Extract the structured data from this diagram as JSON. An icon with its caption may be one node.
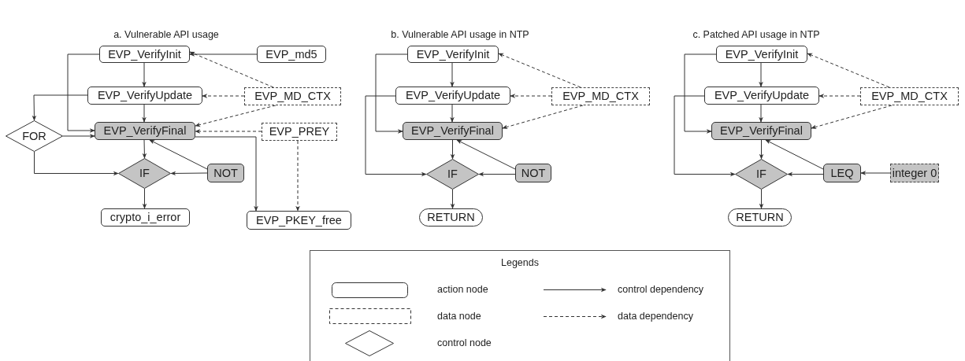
{
  "diagram": {
    "nodes": [
      {
        "text": [
          "EVP_VerifyInit"
        ]
      },
      {
        "text": [
          "EVP_md5"
        ]
      },
      {
        "text": [
          "EVP_VerifyUpdate"
        ]
      },
      {
        "text": [
          "EVP_MD_CTX"
        ]
      },
      {
        "text": [
          "FOR"
        ]
      },
      {
        "text": [
          "EVP_VerifyFinal"
        ]
      },
      {
        "text": [
          "EVP_PREY"
        ]
      },
      {
        "text": [
          "IF"
        ]
      },
      {
        "text": [
          "NOT"
        ]
      },
      {
        "text": [
          "crypto_i_error"
        ]
      },
      {
        "text": [
          "EVP_PKEY_free"
        ]
      },
      {
        "text": [
          "EVP_VerifyInit"
        ]
      },
      {
        "text": [
          "EVP_VerifyUpdate"
        ]
      },
      {
        "text": [
          "EVP_MD_CTX"
        ]
      },
      {
        "text": [
          "EVP_VerifyFinal"
        ]
      },
      {
        "text": [
          "IF"
        ]
      },
      {
        "text": [
          "NOT"
        ]
      },
      {
        "text": [
          "RETURN"
        ]
      },
      {
        "text": [
          "EVP_VerifyInit"
        ]
      },
      {
        "text": [
          "EVP_VerifyUpdate"
        ]
      },
      {
        "text": [
          "EVP_MD_CTX"
        ]
      },
      {
        "text": [
          "EVP_VerifyFinal"
        ]
      },
      {
        "text": [
          "IF"
        ]
      },
      {
        "text": [
          "LEQ"
        ]
      },
      {
        "text": [
          "integer 0"
        ]
      },
      {
        "text": [
          "RETURN"
        ]
      }
    ],
    "edges": [
      {
        "from": 1,
        "to": 0,
        "arrow": "to"
      },
      {
        "from": 3,
        "to": 0,
        "arrow": "to",
        "style": "dashed"
      },
      {
        "from": 3,
        "to": 2,
        "arrow": "to",
        "style": "dashed"
      },
      {
        "from": 3,
        "to": 5,
        "arrow": "to",
        "style": "dashed"
      },
      {
        "from": 0,
        "to": 2,
        "arrow": "to"
      },
      {
        "from": 0,
        "to": 5,
        "arrow": "to"
      },
      {
        "from": 2,
        "to": 4,
        "arrow": "to"
      },
      {
        "from": 2,
        "to": 5,
        "arrow": "to"
      },
      {
        "from": 4,
        "to": 5,
        "arrow": "to"
      },
      {
        "from": 4,
        "to": 7,
        "arrow": "to"
      },
      {
        "from": 6,
        "to": 5,
        "arrow": "to",
        "style": "dashed"
      },
      {
        "from": 5,
        "to": 7,
        "arrow": "to"
      },
      {
        "from": 8,
        "to": 7,
        "arrow": "to"
      },
      {
        "from": 8,
        "to": 5,
        "arrow": "to"
      },
      {
        "from": 5,
        "to": 10,
        "arrow": "to"
      },
      {
        "from": 6,
        "to": 10,
        "arrow": "to",
        "style": "dashed"
      },
      {
        "from": 7,
        "to": 9,
        "arrow": "to"
      },
      {
        "from": 13,
        "to": 11,
        "arrow": "to",
        "style": "dashed"
      },
      {
        "from": 13,
        "to": 12,
        "arrow": "to",
        "style": "dashed"
      },
      {
        "from": 13,
        "to": 14,
        "arrow": "to",
        "style": "dashed"
      },
      {
        "from": 11,
        "to": 12,
        "arrow": "to"
      },
      {
        "from": 11,
        "to": 14,
        "arrow": "to"
      },
      {
        "from": 12,
        "to": 15,
        "arrow": "to"
      },
      {
        "from": 12,
        "to": 14,
        "arrow": "to"
      },
      {
        "from": 14,
        "to": 15,
        "arrow": "to"
      },
      {
        "from": 16,
        "to": 15,
        "arrow": "to"
      },
      {
        "from": 16,
        "to": 14,
        "arrow": "to"
      },
      {
        "from": 15,
        "to": 17,
        "arrow": "to"
      },
      {
        "from": 20,
        "to": 18,
        "arrow": "to",
        "style": "dashed"
      },
      {
        "from": 20,
        "to": 19,
        "arrow": "to",
        "style": "dashed"
      },
      {
        "from": 20,
        "to": 21,
        "arrow": "to",
        "style": "dashed"
      },
      {
        "from": 18,
        "to": 19,
        "arrow": "to"
      },
      {
        "from": 18,
        "to": 21,
        "arrow": "to"
      },
      {
        "from": 19,
        "to": 22,
        "arrow": "to"
      },
      {
        "from": 19,
        "to": 21,
        "arrow": "to"
      },
      {
        "from": 21,
        "to": 22,
        "arrow": "to"
      },
      {
        "from": 23,
        "to": 22,
        "arrow": "to"
      },
      {
        "from": 23,
        "to": 21,
        "arrow": "to"
      },
      {
        "from": 22,
        "to": 25,
        "arrow": "to"
      },
      {
        "from": 24,
        "to": 23,
        "arrow": "to"
      }
    ],
    "labels": [
      "a. Vulnerable API usage",
      "b. Vulnerable API usage in NTP",
      "c. Patched API usage in NTP",
      "Legends"
    ],
    "legend": [
      {
        "text": "action node"
      },
      {
        "text": "data node"
      },
      {
        "text": "control node"
      },
      {
        "text": "control dependency"
      },
      {
        "text": "data dependency"
      }
    ]
  }
}
